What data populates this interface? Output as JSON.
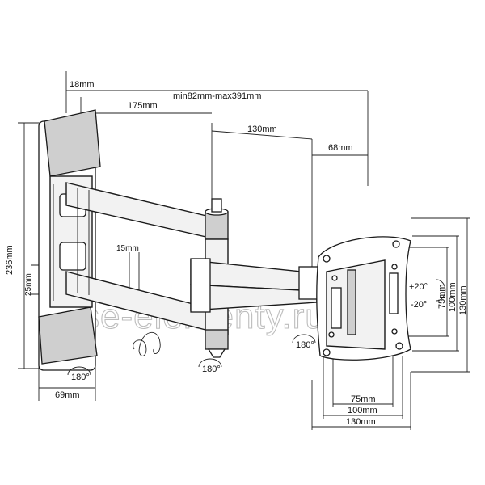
{
  "dimensions": {
    "top_left": "18mm",
    "top_total": "min82mm-max391mm",
    "arm1": "175mm",
    "arm2": "130mm",
    "plate_depth": "68mm",
    "height": "236mm",
    "slot": "15mm",
    "bracket": "25mm",
    "base_width": "69mm",
    "vesa_h_75": "75mm",
    "vesa_h_100": "100mm",
    "vesa_h_130": "130mm",
    "vesa_v_75": "75mm",
    "vesa_v_100": "100mm",
    "vesa_v_130": "130mm"
  },
  "tilt": {
    "up": "+20°",
    "down": "-20°"
  },
  "rotation": {
    "wall": "180°",
    "joint": "180°",
    "head": "180°"
  },
  "watermark": "vse-elementy.ru"
}
